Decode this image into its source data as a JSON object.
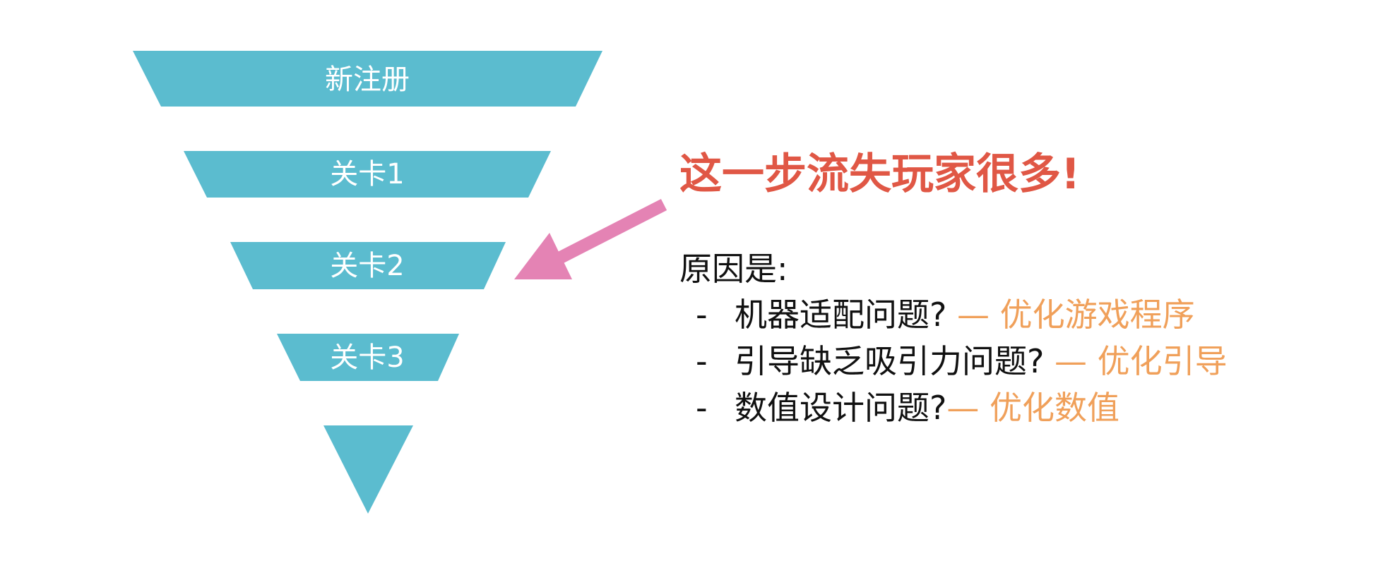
{
  "funnel": {
    "color": "#5bbccf",
    "stages": [
      {
        "label": "新注册"
      },
      {
        "label": "关卡1"
      },
      {
        "label": "关卡2"
      },
      {
        "label": "关卡3"
      },
      {
        "label": ""
      }
    ]
  },
  "arrow": {
    "color": "#e483b4"
  },
  "headline": {
    "text": "这一步流失玩家很多!",
    "color": "#e05745"
  },
  "reasons": {
    "title": "原因是:",
    "items": [
      {
        "dash": "-",
        "question": "机器适配问题?",
        "fix": " — 优化游戏程序"
      },
      {
        "dash": "-",
        "question": "引导缺乏吸引力问题?",
        "fix": " — 优化引导"
      },
      {
        "dash": "-",
        "question": "数值设计问题?",
        "fix": "— 优化数值"
      }
    ],
    "fix_color": "#f0a05a"
  }
}
